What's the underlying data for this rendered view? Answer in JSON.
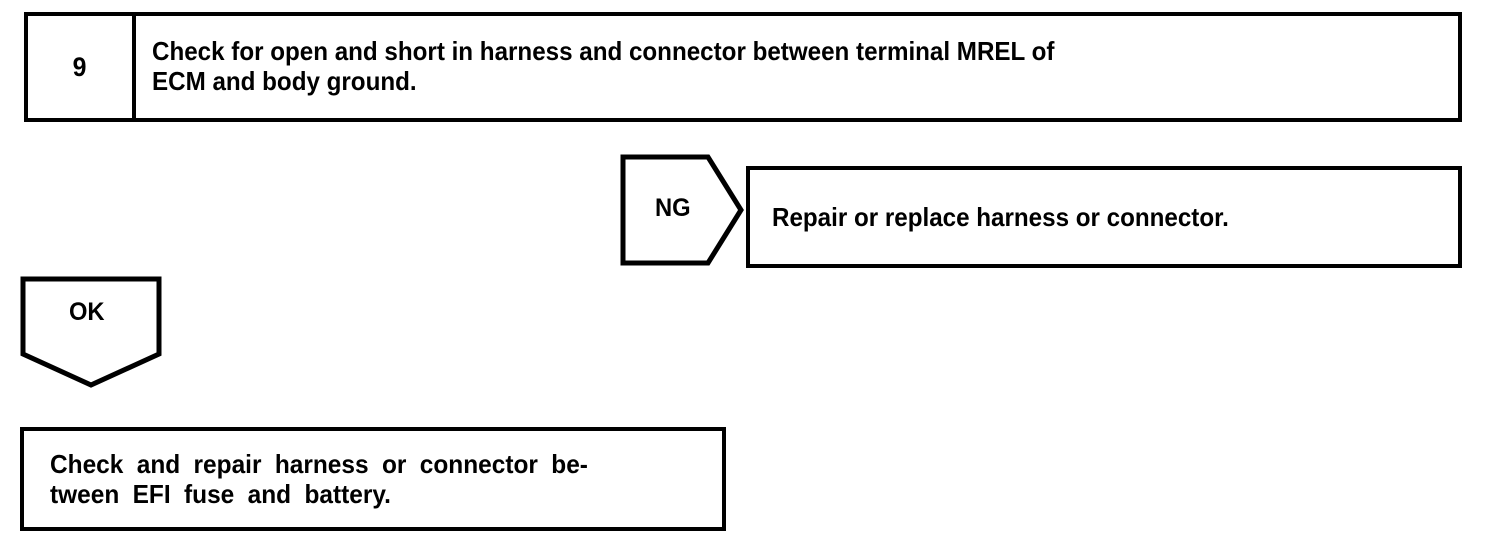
{
  "diagram": {
    "title": "Toyota ECM diagnostic flowchart step 9",
    "line_color": "#000000",
    "background_color": "#ffffff"
  },
  "step": {
    "number": "9",
    "instruction": "Check for open and short in harness and connector between terminal MREL of\nECM and body ground."
  },
  "branches": {
    "ng": {
      "label": "NG",
      "shape": "pentagon-right-arrow",
      "target_text": "Repair or replace harness or connector."
    },
    "ok": {
      "label": "OK",
      "shape": "pentagon-down-arrow",
      "target_text": "Check and repair harness or connector be-\ntween EFI fuse and battery."
    }
  }
}
